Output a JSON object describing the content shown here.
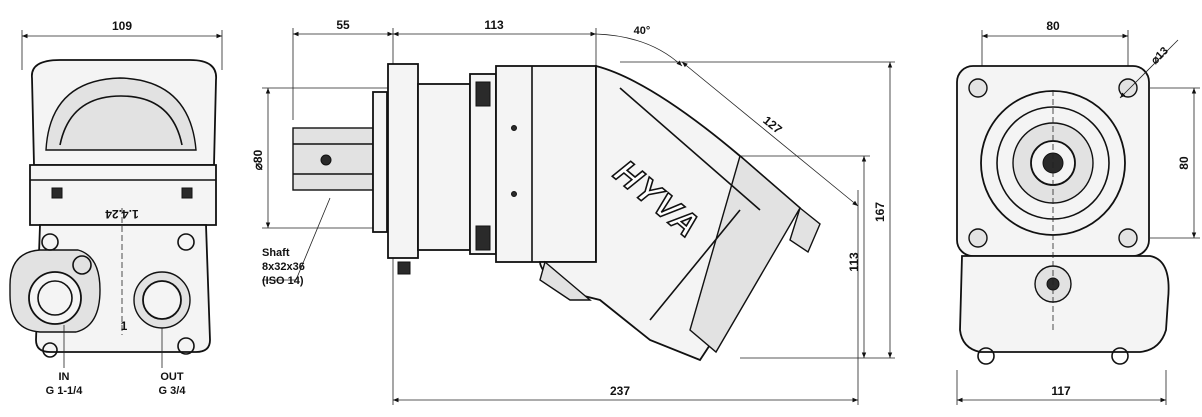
{
  "dimensions": {
    "left_width": "109",
    "side_flange_to_shaft": "55",
    "side_body_length": "113",
    "side_angle": "40°",
    "side_diag_length": "127",
    "side_shaft_diameter": "⌀80",
    "side_right_height_small": "113",
    "side_right_height_large": "167",
    "side_total_length": "237",
    "right_top_width": "80",
    "right_hole_diameter": "⌀13",
    "right_height": "80",
    "right_bottom_width": "117"
  },
  "labels": {
    "shaft_line1": "Shaft",
    "shaft_line2": "8x32x36",
    "shaft_line3": "(ISO 14)",
    "in_title": "IN",
    "in_thread": "G 1-1/4",
    "out_title": "OUT",
    "out_thread": "G 3/4",
    "brand": "HYVA",
    "port_number_1": "1",
    "port_number_2": "1.4.24"
  },
  "colors": {
    "line": "#111111",
    "background": "#ffffff"
  }
}
